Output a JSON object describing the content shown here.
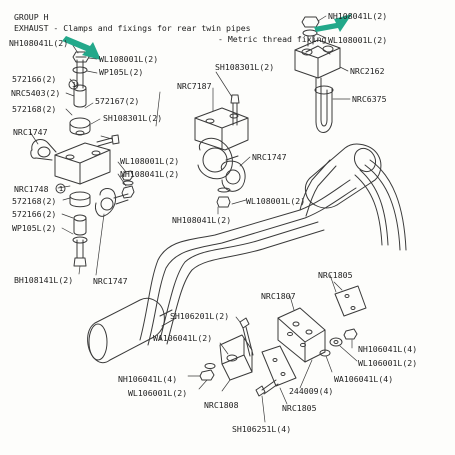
{
  "header": {
    "group": "GROUP H",
    "line2": "EXHAUST - Clamps and fixings for rear twin pipes",
    "line3": "- Metric thread fixing"
  },
  "circled_marks": [
    "1",
    "1"
  ],
  "labels": {
    "nh108041l_tl": "NH108041L(2)",
    "wl108001l_tl": "WL108001L(2)",
    "wp105l": "WP105L(2)",
    "n572166_top": "572166(2)",
    "nrc5403": "NRC5403(2)",
    "n572168_top": "572168(2)",
    "n572167": "572167(2)",
    "sh108301l_a": "SH108301L(2)",
    "nrc1747_left": "NRC1747",
    "wl108001l_mid": "WL108001L(2)",
    "nh108041l_mid": "NH108041L(2)",
    "nrc1748": "NRC1748",
    "n572168_bot": "572168(2)",
    "n572166_bot": "572166(2)",
    "wp105l_bot": "WP105L(2)",
    "bh108141l": "BH108141L(2)",
    "nrc1747_bottom": "NRC1747",
    "nrc7187": "NRC7187",
    "sh108301l_b": "SH108301L(2)",
    "nrc1747_center": "NRC1747",
    "wl108001l_center": "WL108001L(2)",
    "nh108041l_center": "NH108041L(2)",
    "nh108041l_tr": "NH108041L(2)",
    "wl108001l_tr": "WL108001L(2)",
    "nrc2162": "NRC2162",
    "nrc6375": "NRC6375",
    "nrc1805_right": "NRC1805",
    "nrc1807": "NRC1807",
    "sh106201l": "SH106201L(2)",
    "wa106041l_left": "WA106041L(2)",
    "nh106041l_left": "NH106041L(4)",
    "wl106001l_left": "WL106001L(2)",
    "nrc1808": "NRC1808",
    "nrc1805_bottom": "NRC1805",
    "sh106251l": "SH106251L(4)",
    "n244009": "244009(4)",
    "nh106041l_right": "NH106041L(4)",
    "wl106001l_right": "WL106001L(2)",
    "wa106041l_right": "WA106041L(4)"
  },
  "colors": {
    "arrow": "#23a88a",
    "line": "#3a3a3a",
    "text": "#222222",
    "background": "#fdfdfb"
  }
}
